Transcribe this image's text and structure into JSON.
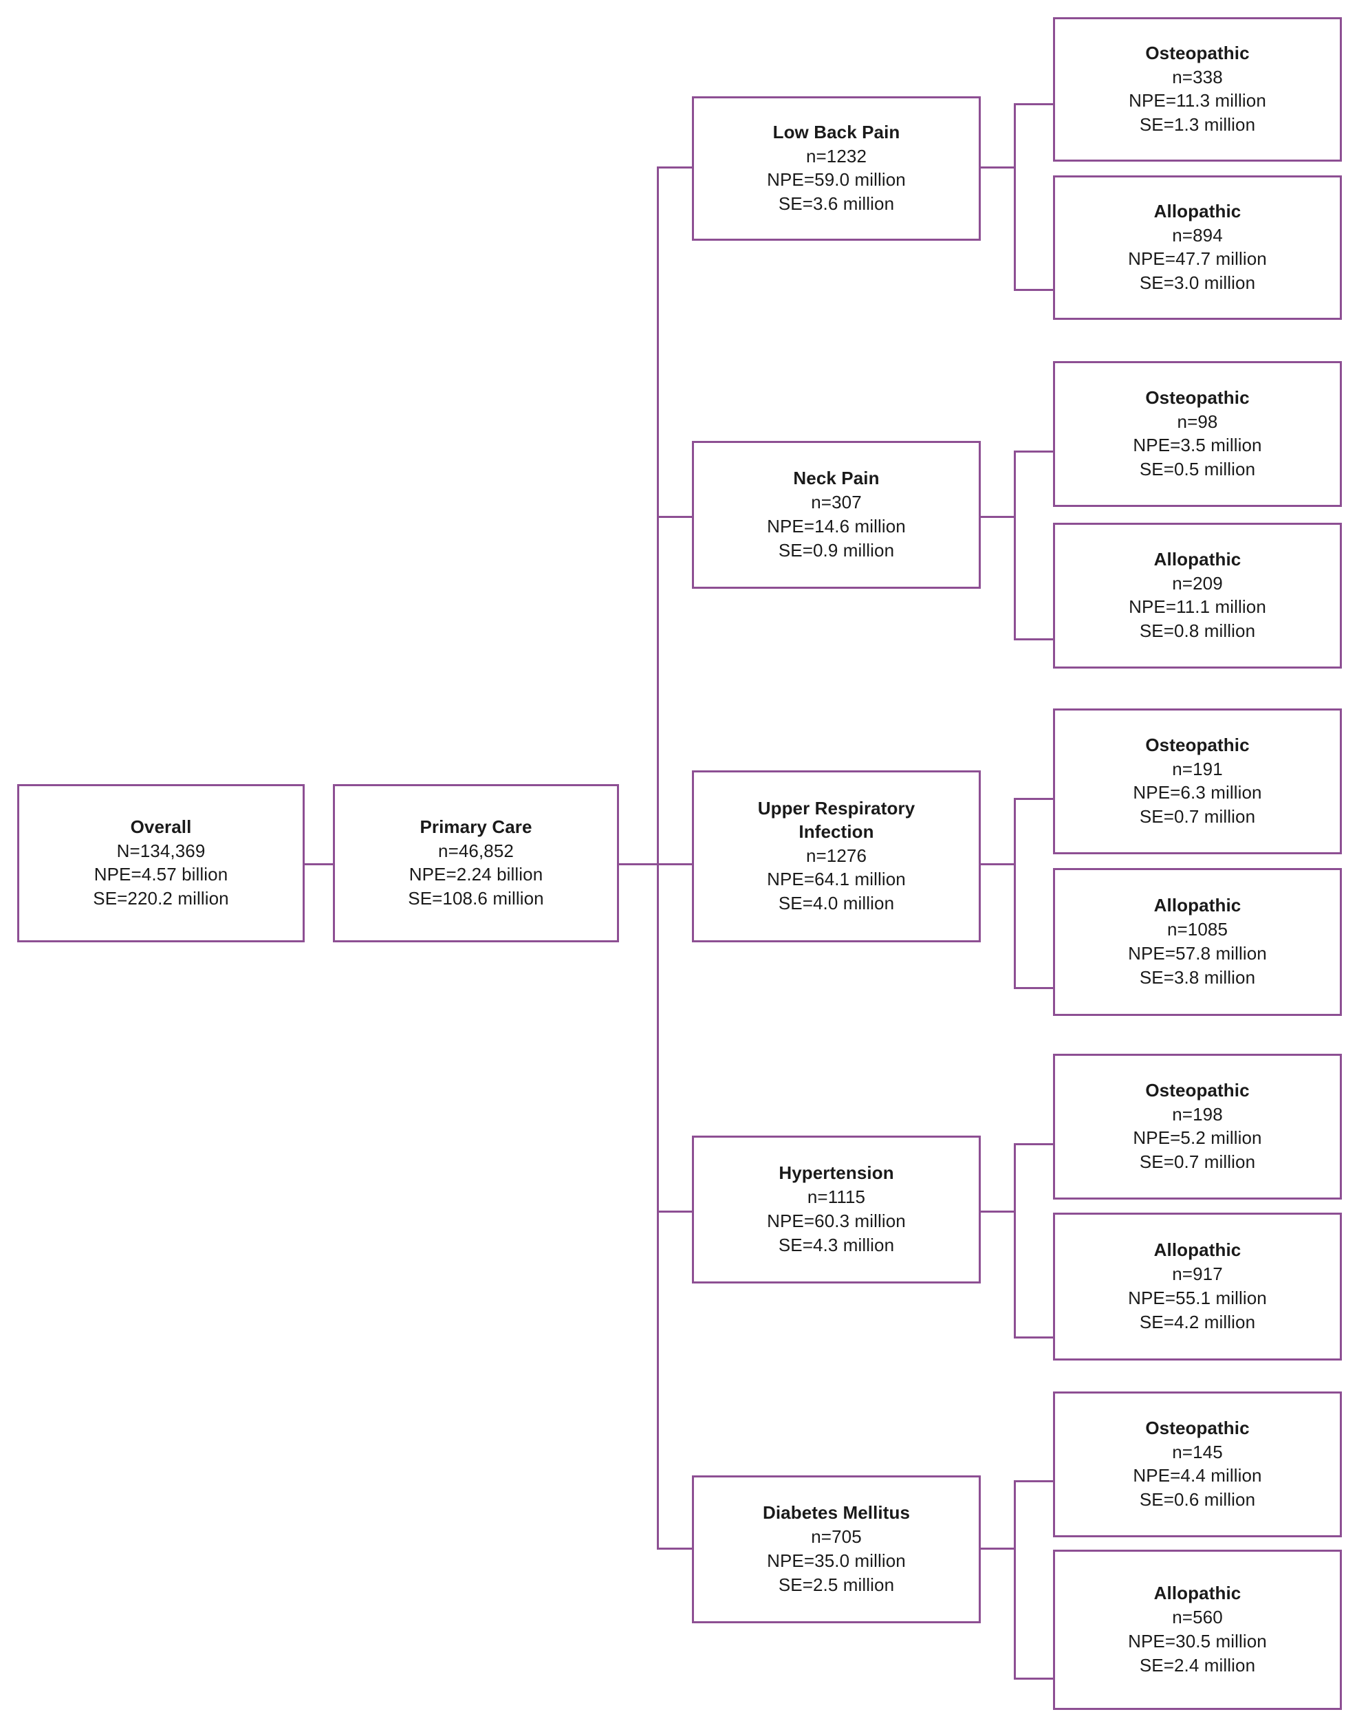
{
  "diagram": {
    "type": "flowchart",
    "orientation": "left-to-right-tree",
    "accent_color": "#8d4f93",
    "background_color": "#ffffff",
    "text_color": "#1a1a1a",
    "levels": [
      "overall",
      "setting",
      "condition",
      "physician-type"
    ]
  },
  "root": {
    "title": "Overall",
    "line1": "N=134,369",
    "line2": "NPE=4.57 billion",
    "line3": "SE=220.2 million"
  },
  "setting": {
    "title": "Primary Care",
    "line1": "n=46,852",
    "line2": "NPE=2.24 billion",
    "line3": "SE=108.6 million"
  },
  "conditions": [
    {
      "title": "Low Back Pain",
      "line1": "n=1232",
      "line2": "NPE=59.0 million",
      "line3": "SE=3.6 million",
      "osteopathic": {
        "title": "Osteopathic",
        "line1": "n=338",
        "line2": "NPE=11.3 million",
        "line3": "SE=1.3 million"
      },
      "allopathic": {
        "title": "Allopathic",
        "line1": "n=894",
        "line2": "NPE=47.7 million",
        "line3": "SE=3.0 million"
      }
    },
    {
      "title": "Neck Pain",
      "line1": "n=307",
      "line2": "NPE=14.6 million",
      "line3": "SE=0.9 million",
      "osteopathic": {
        "title": "Osteopathic",
        "line1": "n=98",
        "line2": "NPE=3.5 million",
        "line3": "SE=0.5 million"
      },
      "allopathic": {
        "title": "Allopathic",
        "line1": "n=209",
        "line2": "NPE=11.1 million",
        "line3": "SE=0.8 million"
      }
    },
    {
      "title": "Upper Respiratory",
      "title2": "Infection",
      "line1": "n=1276",
      "line2": "NPE=64.1 million",
      "line3": "SE=4.0 million",
      "osteopathic": {
        "title": "Osteopathic",
        "line1": "n=191",
        "line2": "NPE=6.3 million",
        "line3": "SE=0.7 million"
      },
      "allopathic": {
        "title": "Allopathic",
        "line1": "n=1085",
        "line2": "NPE=57.8 million",
        "line3": "SE=3.8 million"
      }
    },
    {
      "title": "Hypertension",
      "line1": "n=1115",
      "line2": "NPE=60.3 million",
      "line3": "SE=4.3 million",
      "osteopathic": {
        "title": "Osteopathic",
        "line1": "n=198",
        "line2": "NPE=5.2 million",
        "line3": "SE=0.7 million"
      },
      "allopathic": {
        "title": "Allopathic",
        "line1": "n=917",
        "line2": "NPE=55.1 million",
        "line3": "SE=4.2 million"
      }
    },
    {
      "title": "Diabetes Mellitus",
      "line1": "n=705",
      "line2": "NPE=35.0 million",
      "line3": "SE=2.5 million",
      "osteopathic": {
        "title": "Osteopathic",
        "line1": "n=145",
        "line2": "NPE=4.4 million",
        "line3": "SE=0.6 million"
      },
      "allopathic": {
        "title": "Allopathic",
        "line1": "n=560",
        "line2": "NPE=30.5 million",
        "line3": "SE=2.4 million"
      }
    }
  ]
}
